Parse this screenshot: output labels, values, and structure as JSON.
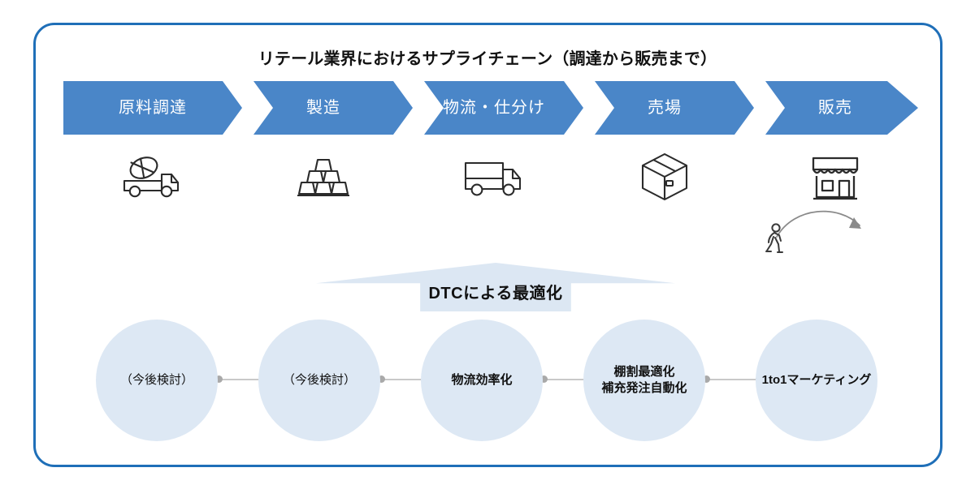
{
  "frame": {
    "border_color": "#1f6fb8"
  },
  "title": "リテール業界におけるサプライチェーン（調達から販売まで）",
  "process": {
    "band_color": "#4a86c8",
    "label_color": "#ffffff",
    "stages": [
      {
        "label": "原料調達",
        "icon": "cement-mixer-truck-icon"
      },
      {
        "label": "製造",
        "icon": "stacked-ingots-icon"
      },
      {
        "label": "物流・仕分け",
        "icon": "delivery-truck-icon"
      },
      {
        "label": "売場",
        "icon": "cardboard-box-icon"
      },
      {
        "label": "販売",
        "icon": "storefront-icon"
      }
    ]
  },
  "shopper": {
    "icon": "walking-person-icon",
    "arrow": "curved-arrow-icon"
  },
  "dtc_banner": {
    "label": "DTCによる最適化",
    "fill_color": "#dce7f3"
  },
  "outcomes": {
    "circle_color": "#dde8f4",
    "connector_color": "#c9c9c9",
    "items": [
      {
        "lines": [
          "（今後検討）"
        ],
        "bold": false
      },
      {
        "lines": [
          "（今後検討）"
        ],
        "bold": false
      },
      {
        "lines": [
          "物流効率化"
        ],
        "bold": true
      },
      {
        "lines": [
          "棚割最適化",
          "補充発注自動化"
        ],
        "bold": true
      },
      {
        "lines": [
          "1to1マーケティング"
        ],
        "bold": true
      }
    ]
  }
}
